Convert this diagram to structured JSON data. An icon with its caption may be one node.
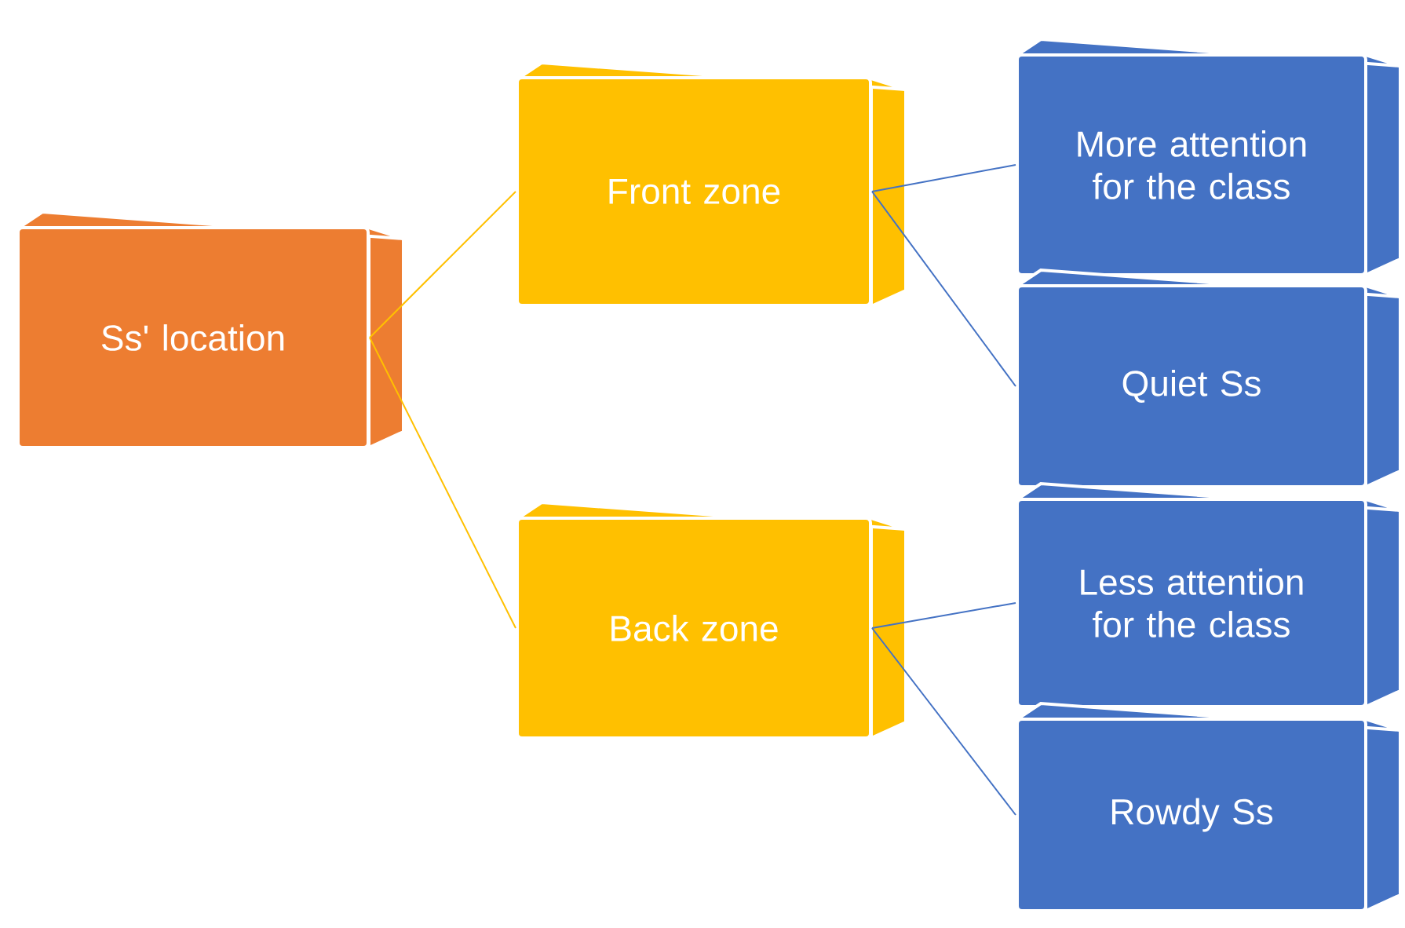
{
  "diagram": {
    "nodes": [
      {
        "text": [
          "Ss' location"
        ]
      },
      {
        "text": [
          "Front zone"
        ]
      },
      {
        "text": [
          "Back zone"
        ]
      },
      {
        "text": [
          "More attention for the class"
        ]
      },
      {
        "text": [
          "Quiet Ss"
        ]
      },
      {
        "text": [
          "Less attention for the class"
        ]
      },
      {
        "text": [
          "Rowdy Ss"
        ]
      }
    ],
    "edges": [
      {
        "from": 0,
        "to": 1,
        "arrow": "none",
        "color": "#ffc000"
      },
      {
        "from": 0,
        "to": 2,
        "arrow": "none",
        "color": "#ffc000"
      },
      {
        "from": 1,
        "to": 3,
        "arrow": "none"
      },
      {
        "from": 1,
        "to": 4,
        "arrow": "none"
      },
      {
        "from": 2,
        "to": 5,
        "arrow": "none"
      },
      {
        "from": 2,
        "to": 6,
        "arrow": "none"
      }
    ]
  }
}
